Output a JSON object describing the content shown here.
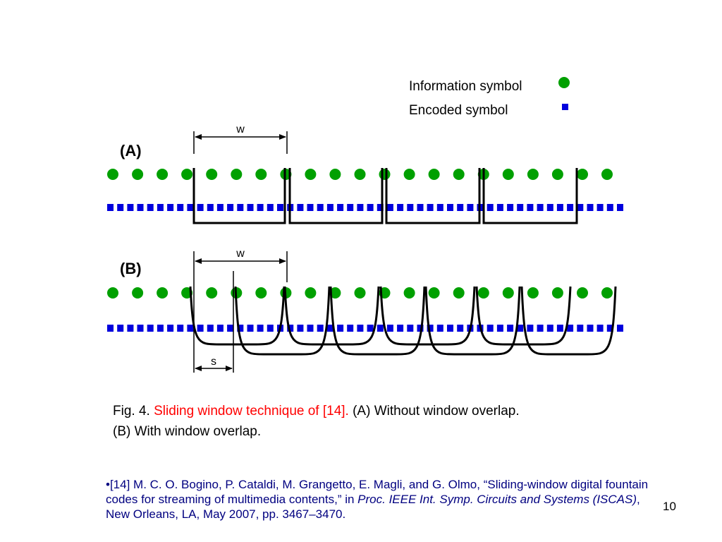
{
  "legend": {
    "info_label": "Information symbol",
    "encoded_label": "Encoded symbol"
  },
  "colors": {
    "info_symbol": "#00a000",
    "encoded_symbol": "#0000dd",
    "caption_highlight": "#ff0000",
    "reference_text": "#000080"
  },
  "panels": {
    "a_label": "(A)",
    "b_label": "(B)",
    "window_label": "w",
    "step_label": "s"
  },
  "caption": {
    "prefix": "Fig. 4.",
    "highlight": "Sliding window technique of [14].",
    "line1_rest": "(A) Without window overlap.",
    "line2": "(B) With window overlap."
  },
  "reference": {
    "text_plain": "•[14] M. C. O. Bogino, P. Cataldi, M. Grangetto, E. Magli, and G. Olmo, “Sliding-window digital fountain codes for streaming of multimedia contents,” in ",
    "text_italic": "Proc. IEEE Int. Symp. Circuits and Systems (ISCAS)",
    "text_tail": ", New Orleans, LA, May 2007, pp. 3467–3470."
  },
  "page_number": "10"
}
